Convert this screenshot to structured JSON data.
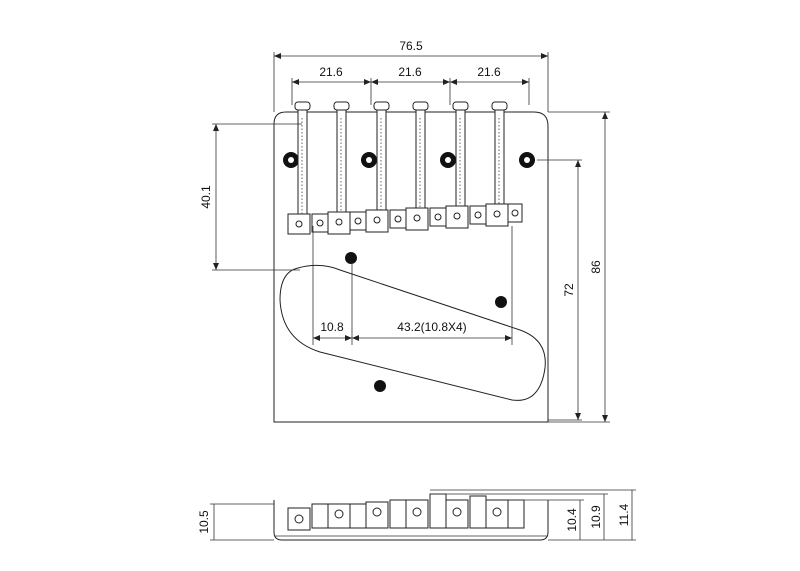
{
  "drawing": {
    "overall_width": "76.5",
    "saddle_spacing": [
      "21.6",
      "21.6",
      "21.6"
    ],
    "height_40": "40.1",
    "overall_height": "86",
    "height_72": "72",
    "hole_offset": "10.8",
    "hole_spacing": "43.2(10.8X4)",
    "side_heights": [
      "10.5",
      "10.4",
      "10.9",
      "11.4"
    ]
  },
  "colors": {
    "ink": "#222222",
    "paper": "#ffffff"
  }
}
